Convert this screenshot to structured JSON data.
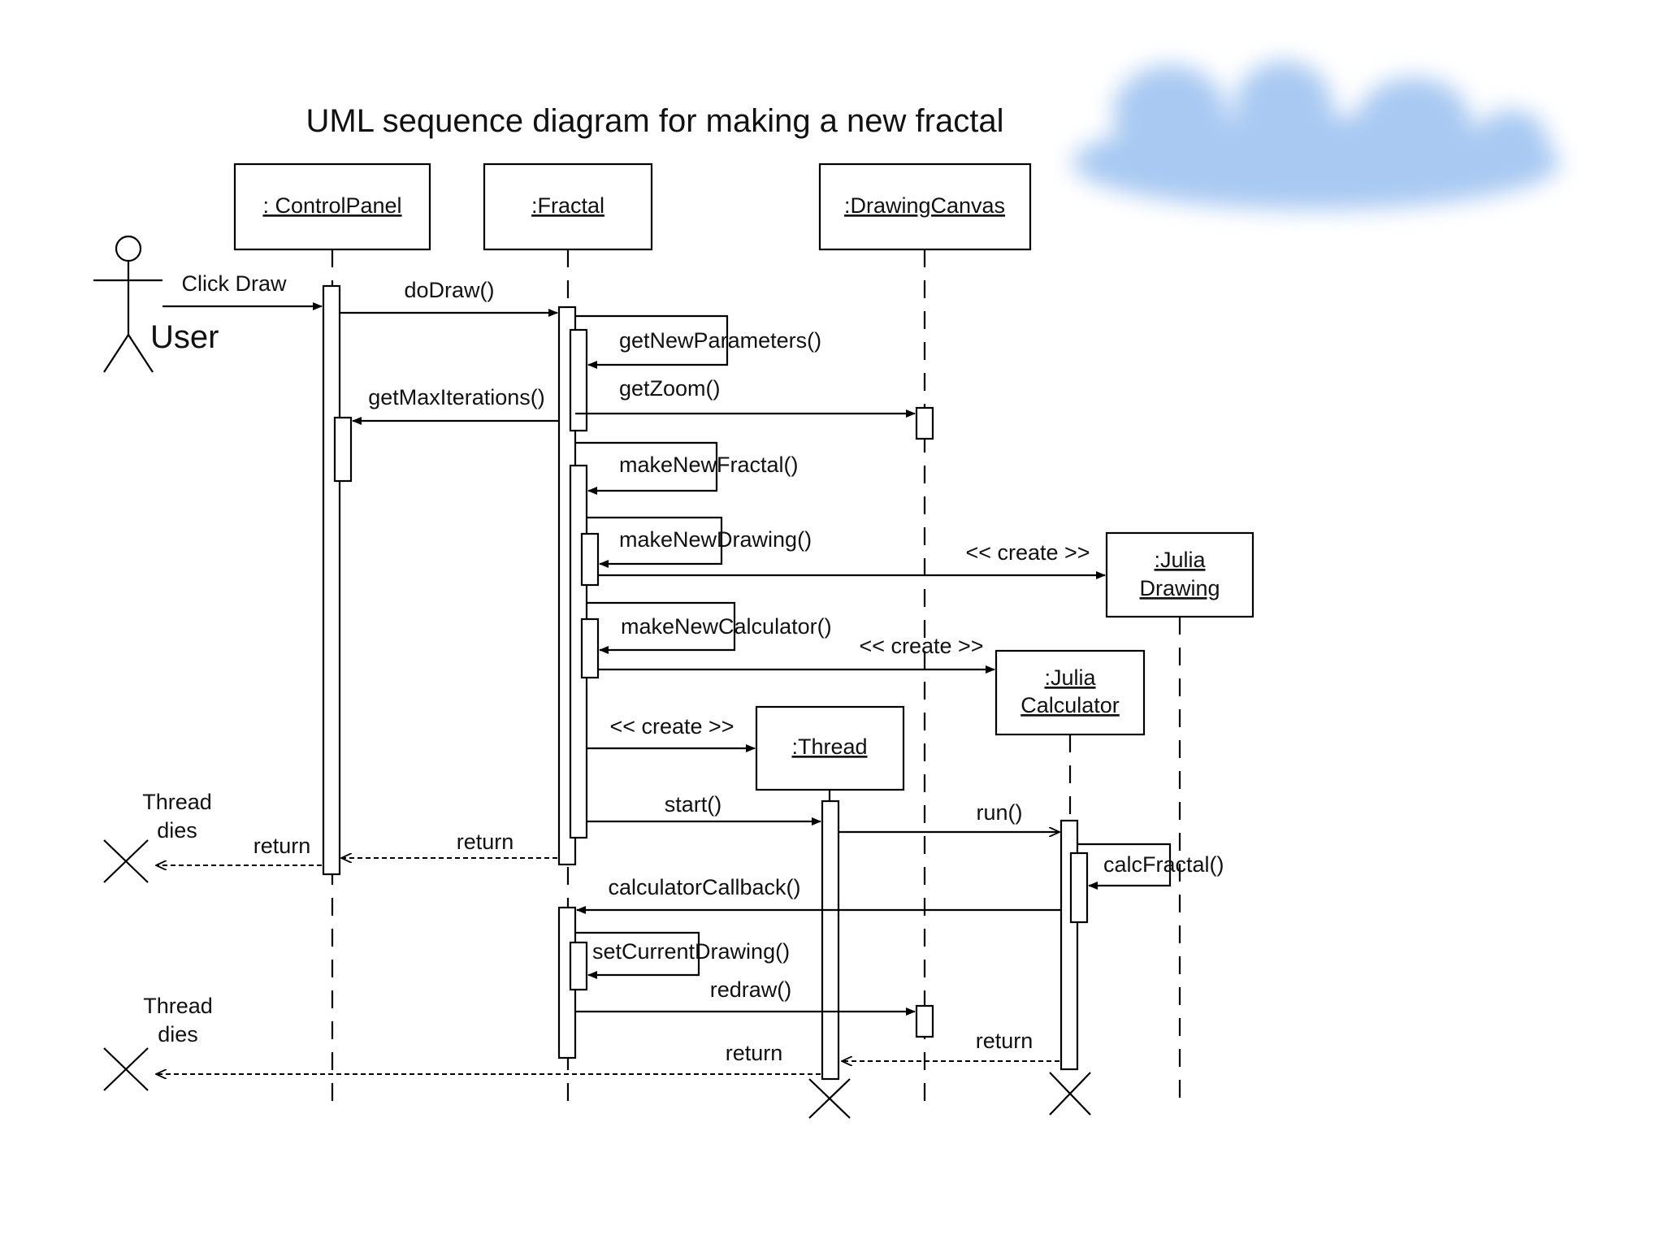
{
  "title": "UML sequence diagram for making a new fractal",
  "actor": {
    "label": "User"
  },
  "objects": {
    "control_panel": ": ControlPanel",
    "fractal": ":Fractal",
    "drawing_canvas": ":DrawingCanvas",
    "julia_drawing": [
      ":Julia",
      "Drawing"
    ],
    "julia_calculator": [
      ":Julia",
      "Calculator"
    ],
    "thread": ":Thread"
  },
  "messages": {
    "click_draw": "Click Draw",
    "do_draw": "doDraw()",
    "get_new_parameters": "getNewParameters()",
    "get_zoom": "getZoom()",
    "get_max_iterations": "getMaxIterations()",
    "make_new_fractal": "makeNewFractal()",
    "make_new_drawing": "makeNewDrawing()",
    "create_drawing": "<< create >>",
    "make_new_calculator": "makeNewCalculator()",
    "create_calculator": "<< create >>",
    "create_thread": "<< create >>",
    "start": "start()",
    "run": "run()",
    "calc_fractal": "calcFractal()",
    "return_control_panel": "return",
    "return_fractal": "return",
    "calculator_callback": "calculatorCallback()",
    "set_current_drawing": "setCurrentDrawing()",
    "redraw": "redraw()",
    "return_thread": "return",
    "return_calculator": "return"
  },
  "notes": {
    "thread_dies_1": [
      "Thread",
      "dies"
    ],
    "thread_dies_2": [
      "Thread",
      "dies"
    ]
  },
  "colors": {
    "line": "#000000",
    "background": "#ffffff",
    "cloud": "#a9c9f2"
  },
  "decorations": [
    "blurred-blue-cloud"
  ]
}
